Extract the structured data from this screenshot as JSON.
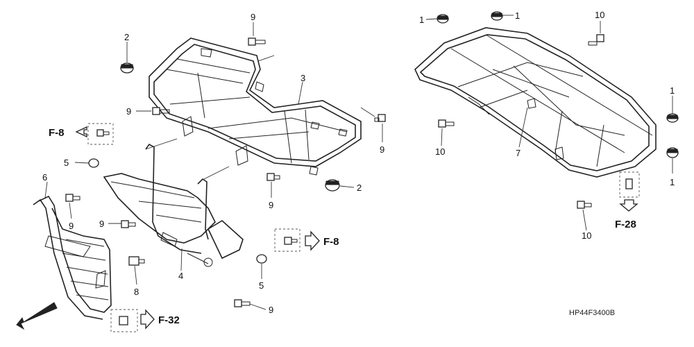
{
  "callouts": {
    "c1a": "1",
    "c1b": "1",
    "c1c": "1",
    "c1d": "1",
    "c2a": "2",
    "c2b": "2",
    "c3": "3",
    "c4": "4",
    "c5a": "5",
    "c5b": "5",
    "c6": "6",
    "c7": "7",
    "c8": "8",
    "c9a": "9",
    "c9b": "9",
    "c9c": "9",
    "c9d": "9",
    "c9e": "9",
    "c9f": "9",
    "c9g": "9",
    "c10a": "10",
    "c10b": "10",
    "c10c": "10"
  },
  "references": {
    "f8_left": "F-8",
    "f8_right": "F-8",
    "f32": "F-32",
    "f28": "F-28"
  },
  "front_marker": "FR.",
  "diagram_code": "HP44F3400B"
}
